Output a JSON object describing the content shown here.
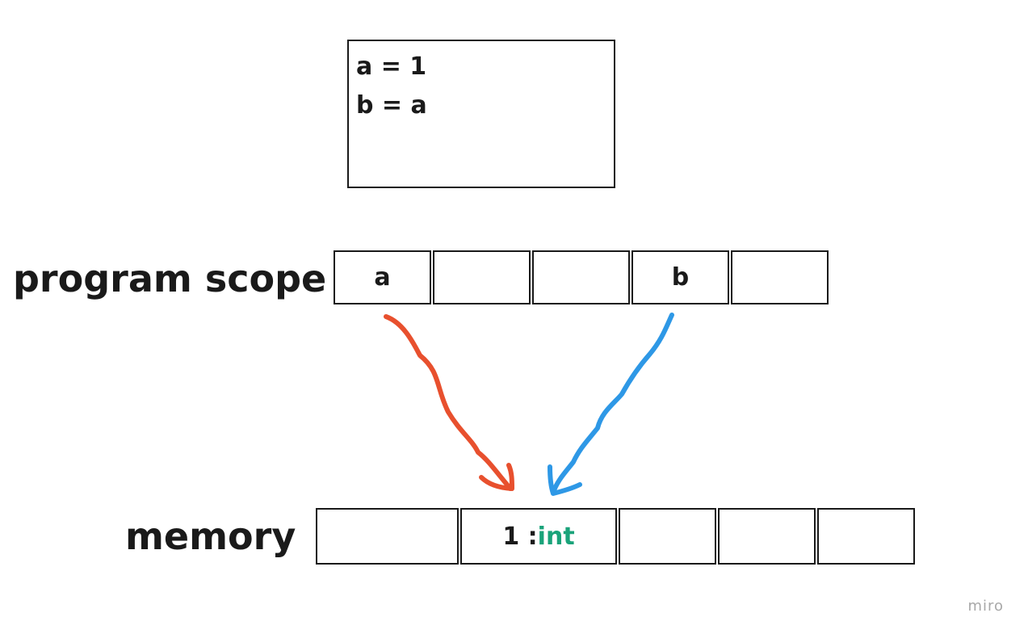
{
  "code_box": {
    "lines": [
      "a = 1",
      "b = a"
    ]
  },
  "labels": {
    "program_scope": "program scope",
    "memory": "memory"
  },
  "program_scope": {
    "cells": [
      "a",
      "",
      "",
      "b",
      ""
    ]
  },
  "memory": {
    "cells": [
      {
        "text": "",
        "value": "",
        "type": ""
      },
      {
        "text": "",
        "value": "1 : ",
        "type": "int"
      },
      {
        "text": "",
        "value": "",
        "type": ""
      },
      {
        "text": "",
        "value": "",
        "type": ""
      },
      {
        "text": "",
        "value": "",
        "type": ""
      }
    ]
  },
  "arrows": {
    "a_color": "#e8502e",
    "b_color": "#2e98e6"
  },
  "colors": {
    "type_color": "#1aa37a",
    "border": "#1a1a1a"
  },
  "watermark": "miro"
}
